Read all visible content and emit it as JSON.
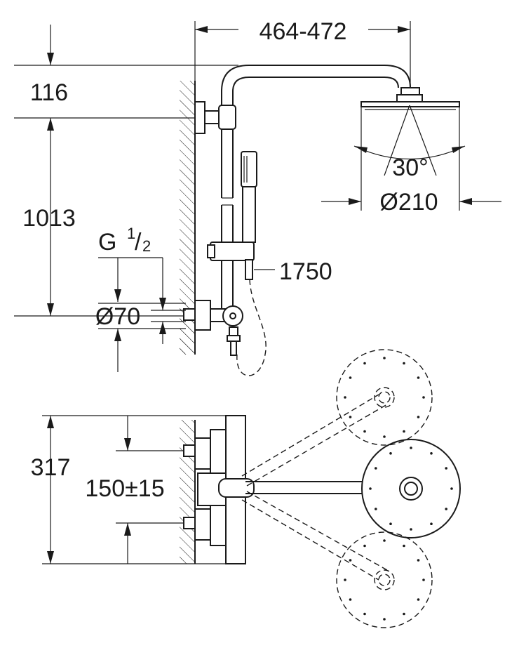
{
  "dimensions": {
    "arm_projection": "464-472",
    "top_offset": "116",
    "height": "1013",
    "thread_label": "G",
    "thread_num": "1",
    "thread_den": "2",
    "inlet_diameter": "Ø70",
    "spray_angle": "30°",
    "head_diameter": "Ø210",
    "hose_length": "1750",
    "plan_width": "317",
    "inlet_spacing": "150±15"
  },
  "colors": {
    "line": "#1a1a1a",
    "background": "#ffffff"
  }
}
